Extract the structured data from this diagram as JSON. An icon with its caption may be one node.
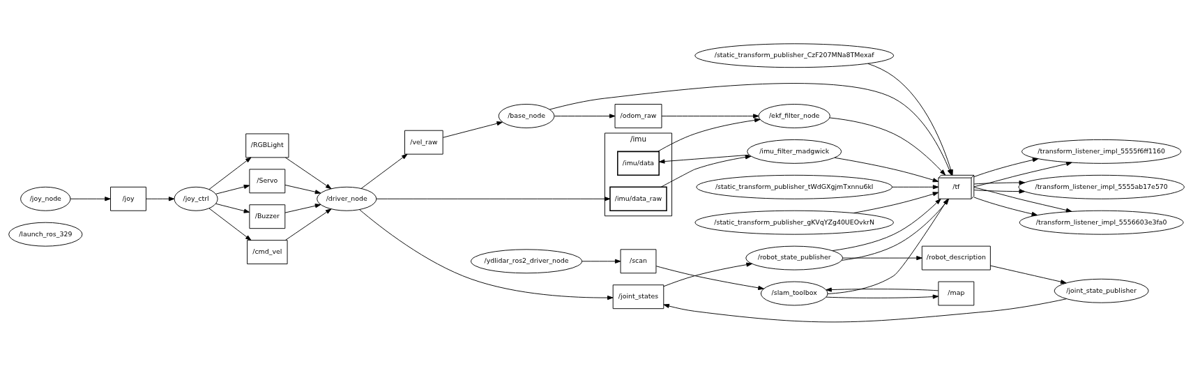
{
  "diagram": {
    "nodes": [
      {
        "text": [
          "/launch_ros_329"
        ]
      },
      {
        "text": [
          "/joy_node"
        ]
      },
      {
        "text": [
          "/joy"
        ]
      },
      {
        "text": [
          "/joy_ctrl"
        ]
      },
      {
        "text": [
          "/RGBLight"
        ]
      },
      {
        "text": [
          "/Servo"
        ]
      },
      {
        "text": [
          "/Buzzer"
        ]
      },
      {
        "text": [
          "/cmd_vel"
        ]
      },
      {
        "text": [
          "/driver_node"
        ]
      },
      {
        "text": [
          "/vel_raw"
        ]
      },
      {
        "text": [
          "/base_node"
        ]
      },
      {
        "text": [
          "/imu"
        ]
      },
      {
        "text": [
          "/imu/data_raw"
        ],
        "in": 11
      },
      {
        "text": [
          "/imu/data"
        ],
        "in": 11
      },
      {
        "text": [
          "/odom_raw"
        ]
      },
      {
        "text": [
          "/ydlidar_ros2_driver_node"
        ]
      },
      {
        "text": [
          "/scan"
        ]
      },
      {
        "text": [
          "/robot_state_publisher"
        ]
      },
      {
        "text": [
          "/static_transform_publisher_tWdGXgjmTxnnu6kl"
        ]
      },
      {
        "text": [
          "/static_transform_publisher_gKVqYZg40UEOvkrN"
        ]
      },
      {
        "text": [
          "/static_transform_publisher_CzF207MNa8TMexaf"
        ]
      },
      {
        "text": [
          "/imu_filter_madgwick"
        ]
      },
      {
        "text": [
          "/ekf_filter_node"
        ]
      },
      {
        "text": [
          "/slam_toolbox"
        ]
      },
      {
        "text": [
          "/robot_description"
        ]
      },
      {
        "text": [
          "/tf"
        ]
      },
      {
        "text": [
          "/map"
        ]
      },
      {
        "text": [
          "/joint_state_publisher"
        ]
      },
      {
        "text": [
          "/transform_listener_impl_5556603e3fa0"
        ]
      },
      {
        "text": [
          "/transform_listener_impl_5555f6ff1160"
        ]
      },
      {
        "text": [
          "/transform_listener_impl_5555ab17e570"
        ]
      },
      {
        "text": [
          "/joint_states"
        ]
      }
    ],
    "edges": [
      {
        "from": 1,
        "to": 2,
        "arrow": "to"
      },
      {
        "from": 2,
        "to": 3,
        "arrow": "to"
      },
      {
        "from": 3,
        "to": 4,
        "arrow": "to"
      },
      {
        "from": 3,
        "to": 5,
        "arrow": "to"
      },
      {
        "from": 3,
        "to": 6,
        "arrow": "to"
      },
      {
        "from": 3,
        "to": 7,
        "arrow": "to"
      },
      {
        "from": 4,
        "to": 8,
        "arrow": "to"
      },
      {
        "from": 5,
        "to": 8,
        "arrow": "to"
      },
      {
        "from": 6,
        "to": 8,
        "arrow": "to"
      },
      {
        "from": 7,
        "to": 8,
        "arrow": "to"
      },
      {
        "from": 8,
        "to": 9,
        "arrow": "to"
      },
      {
        "from": 8,
        "to": 12,
        "arrow": "to"
      },
      {
        "from": 8,
        "to": 31,
        "arrow": "to"
      },
      {
        "from": 9,
        "to": 10,
        "arrow": "to"
      },
      {
        "from": 10,
        "to": 14,
        "arrow": "to"
      },
      {
        "from": 10,
        "to": 25,
        "arrow": "to"
      },
      {
        "from": 12,
        "to": 21,
        "arrow": "to"
      },
      {
        "from": 21,
        "to": 13,
        "arrow": "to"
      },
      {
        "from": 13,
        "to": 22,
        "arrow": "to"
      },
      {
        "from": 14,
        "to": 22,
        "arrow": "to"
      },
      {
        "from": 15,
        "to": 16,
        "arrow": "to"
      },
      {
        "from": 16,
        "to": 23,
        "arrow": "to"
      },
      {
        "from": 17,
        "to": 24,
        "arrow": "to"
      },
      {
        "from": 17,
        "to": 25,
        "arrow": "to"
      },
      {
        "from": 17,
        "to": 25,
        "arrow": "to"
      },
      {
        "from": 18,
        "to": 25,
        "arrow": "to"
      },
      {
        "from": 19,
        "to": 25,
        "arrow": "to"
      },
      {
        "from": 20,
        "to": 25,
        "arrow": "to"
      },
      {
        "from": 21,
        "to": 25,
        "arrow": "to"
      },
      {
        "from": 22,
        "to": 25,
        "arrow": "to"
      },
      {
        "from": 23,
        "to": 25,
        "arrow": "to"
      },
      {
        "from": 23,
        "to": 26,
        "arrow": "to"
      },
      {
        "from": 26,
        "to": 23,
        "arrow": "to"
      },
      {
        "from": 24,
        "to": 27,
        "arrow": "to"
      },
      {
        "from": 27,
        "to": 31,
        "arrow": "to"
      },
      {
        "from": 31,
        "to": 17,
        "arrow": "to"
      },
      {
        "from": 25,
        "to": 28,
        "arrow": "to"
      },
      {
        "from": 25,
        "to": 28,
        "arrow": "to"
      },
      {
        "from": 25,
        "to": 29,
        "arrow": "to"
      },
      {
        "from": 25,
        "to": 29,
        "arrow": "to"
      },
      {
        "from": 25,
        "to": 30,
        "arrow": "to"
      },
      {
        "from": 25,
        "to": 30,
        "arrow": "to"
      }
    ]
  }
}
